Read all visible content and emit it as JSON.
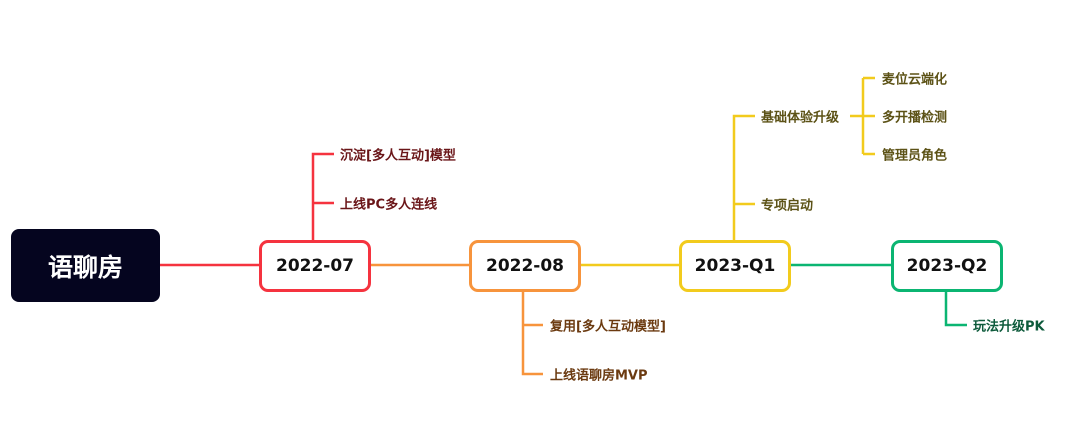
{
  "root": {
    "label": "语聊房"
  },
  "colors": {
    "root_bg": "#05051f",
    "red": "#f5333f",
    "orange": "#f7943c",
    "yellow": "#f2cb1d",
    "green": "#0bb572"
  },
  "milestones": [
    {
      "label": "2022-07",
      "children": [
        "沉淀[多人互动]模型",
        "上线PC多人连线"
      ]
    },
    {
      "label": "2022-08",
      "children": [
        "复用[多人互动模型]",
        "上线语聊房MVP"
      ]
    },
    {
      "label": "2023-Q1",
      "children": [
        "基础体验升级",
        "专项启动"
      ],
      "sub_children": [
        "麦位云端化",
        "多开播检测",
        "管理员角色"
      ]
    },
    {
      "label": "2023-Q2",
      "children": [
        "玩法升级PK"
      ]
    }
  ]
}
